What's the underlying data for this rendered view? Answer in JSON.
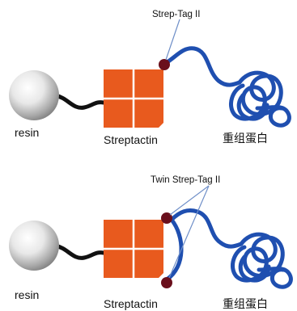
{
  "panel_top": {
    "resin_label": "resin",
    "streptactin_label": "Streptactin",
    "protein_label": "重组蛋白",
    "tag_label": "Strep-Tag II"
  },
  "panel_bottom": {
    "resin_label": "resin",
    "streptactin_label": "Streptactin",
    "protein_label": "重组蛋白",
    "tag_label": "Twin Strep-Tag II"
  },
  "colors": {
    "streptactin": "#e85a1e",
    "tag": "#6a0f1c",
    "protein": "#1f4fb0",
    "linker": "#111111",
    "callout": "#6f8fc8"
  }
}
